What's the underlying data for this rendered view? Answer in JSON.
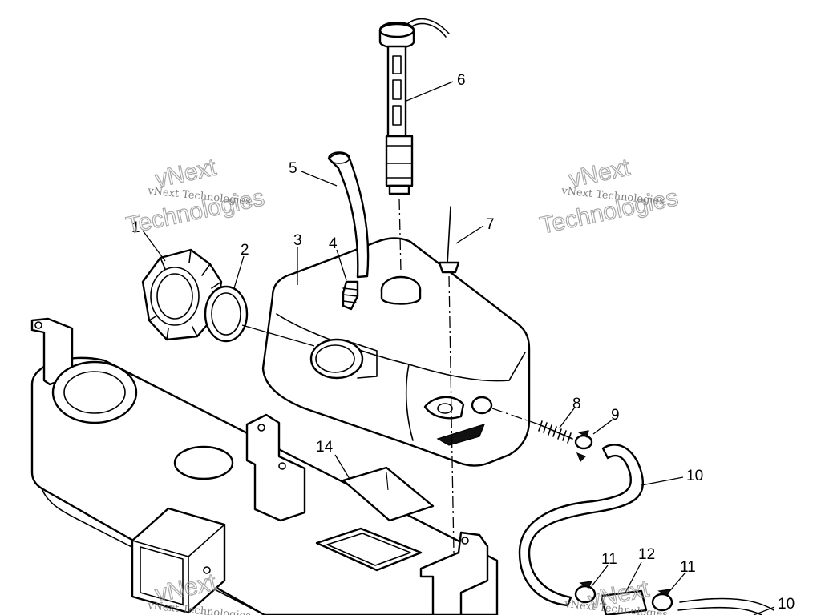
{
  "diagram": {
    "callouts": {
      "c1": "1",
      "c2": "2",
      "c3": "3",
      "c4": "4",
      "c5": "5",
      "c6": "6",
      "c7": "7",
      "c8": "8",
      "c9": "9",
      "c10a": "10",
      "c10b": "10",
      "c11a": "11",
      "c11b": "11",
      "c12": "12",
      "c14": "14"
    },
    "watermark": {
      "small": "vNext Technologies",
      "big_top": "vNext",
      "big_bottom": "Technologies"
    }
  },
  "colors": {
    "line": "#000000",
    "paper": "#ffffff",
    "watermark": "#9a9a9a"
  }
}
